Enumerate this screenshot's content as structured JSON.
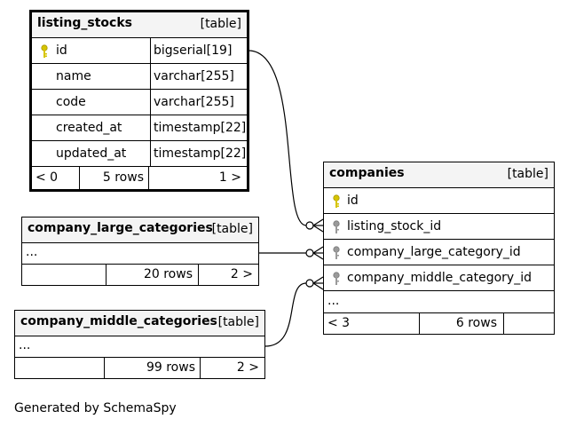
{
  "listing_stocks": {
    "name": "listing_stocks",
    "type": "[table]",
    "columns": [
      {
        "name": "id",
        "type": "bigserial[19]",
        "key": "primary"
      },
      {
        "name": "name",
        "type": "varchar[255]",
        "key": ""
      },
      {
        "name": "code",
        "type": "varchar[255]",
        "key": ""
      },
      {
        "name": "created_at",
        "type": "timestamp[22]",
        "key": ""
      },
      {
        "name": "updated_at",
        "type": "timestamp[22]",
        "key": ""
      }
    ],
    "footer": {
      "parents": "< 0",
      "rows": "5 rows",
      "children": "1 >"
    }
  },
  "company_large_categories": {
    "name": "company_large_categories",
    "type": "[table]",
    "ellipsis": "...",
    "footer": {
      "parents": "",
      "rows": "20 rows",
      "children": "2 >"
    }
  },
  "company_middle_categories": {
    "name": "company_middle_categories",
    "type": "[table]",
    "ellipsis": "...",
    "footer": {
      "parents": "",
      "rows": "99 rows",
      "children": "2 >"
    }
  },
  "companies": {
    "name": "companies",
    "type": "[table]",
    "columns": [
      {
        "name": "id",
        "key": "primary"
      },
      {
        "name": "listing_stock_id",
        "key": "foreign"
      },
      {
        "name": "company_large_category_id",
        "key": "foreign"
      },
      {
        "name": "company_middle_category_id",
        "key": "foreign"
      }
    ],
    "ellipsis": "...",
    "footer": {
      "parents": "< 3",
      "rows": "6 rows",
      "children": ""
    }
  },
  "colors": {
    "primary_key": "#d6c400",
    "foreign_key": "#9a9a9a",
    "header_bg": "#f4f4f4"
  },
  "generated_by": "Generated by SchemaSpy"
}
